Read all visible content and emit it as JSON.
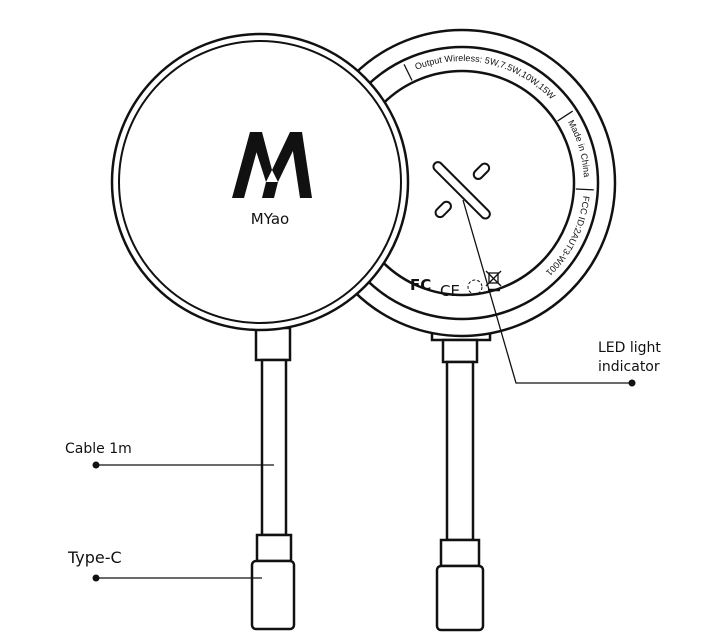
{
  "brand": {
    "name": "MYao",
    "logo": "AY monogram"
  },
  "back_text": {
    "output": "Output Wireless: 5W,7.5W,10W,15W",
    "made_in": "Made in China",
    "fcc_id": "FCC ID:2AUT3-W001",
    "marks": [
      "FC",
      "CE",
      "recycle",
      "weee"
    ]
  },
  "labels": {
    "cable": "Cable 1m",
    "type_c": "Type-C",
    "led_line1": "LED light",
    "led_line2": "indicator"
  },
  "colors": {
    "stroke": "#111111",
    "background": "#ffffff"
  }
}
